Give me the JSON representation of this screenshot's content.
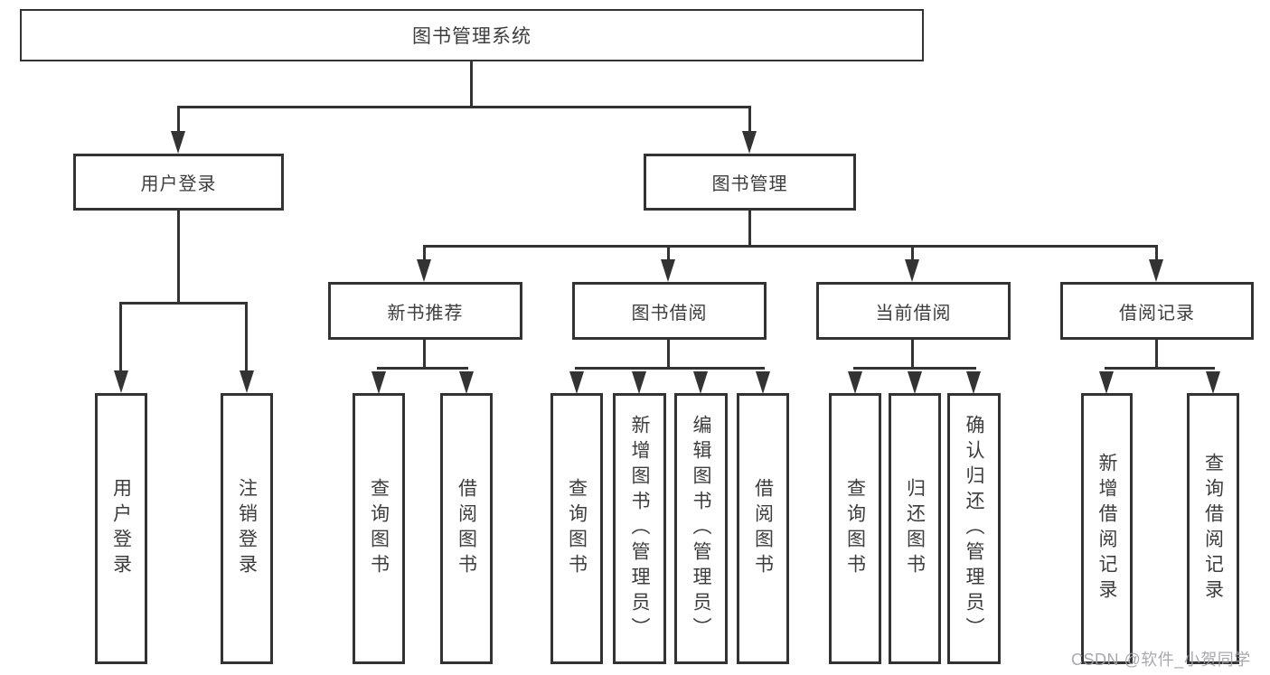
{
  "root": {
    "label": "图书管理系统"
  },
  "level2": [
    {
      "label": "用户登录",
      "leaves": [
        "用户登录",
        "注销登录"
      ]
    },
    {
      "label": "图书管理",
      "groups": [
        {
          "label": "新书推荐",
          "leaves": [
            "查询图书",
            "借阅图书"
          ]
        },
        {
          "label": "图书借阅",
          "leaves": [
            "查询图书",
            "新增图书（管理员）",
            "编辑图书（管理员）",
            "借阅图书"
          ]
        },
        {
          "label": "当前借阅",
          "leaves": [
            "查询图书",
            "归还图书",
            "确认归还（管理员）"
          ]
        },
        {
          "label": "借阅记录",
          "leaves": [
            "新增借阅记录",
            "查询借阅记录"
          ]
        }
      ]
    }
  ],
  "watermark": "CSDN @软件_小贺同学",
  "colors": {
    "line": "#333333",
    "box_border": "#333333",
    "box_fill": "#ffffff",
    "text": "#3d3d3d",
    "watermark": "#a2a2a7",
    "background": "#ffffff"
  }
}
